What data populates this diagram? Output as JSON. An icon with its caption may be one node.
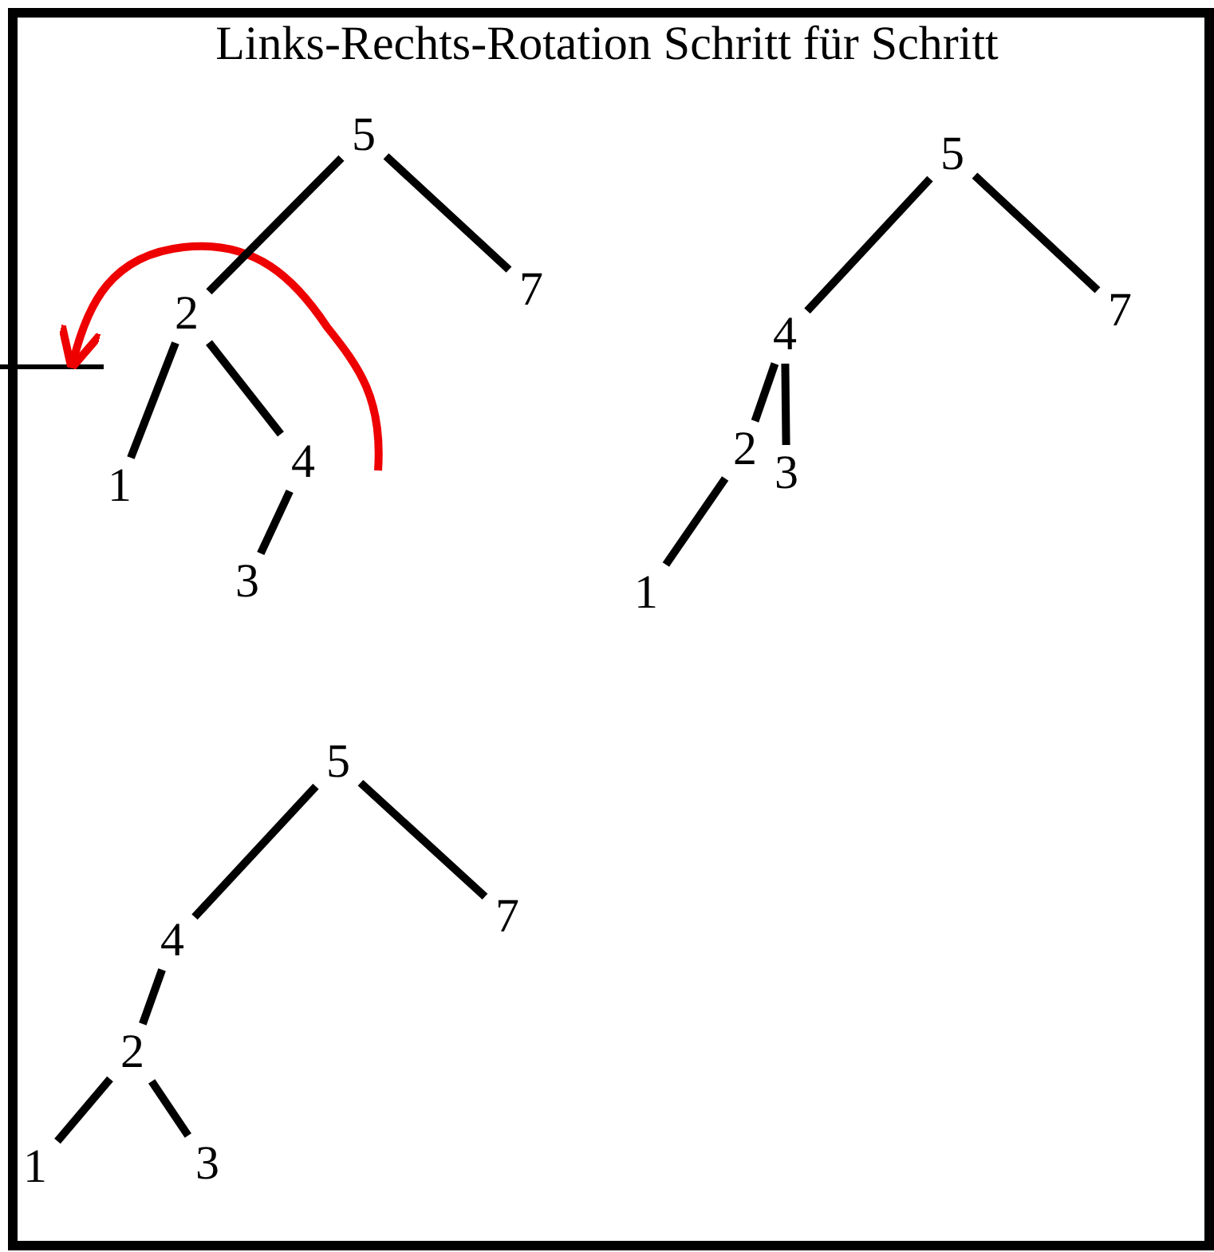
{
  "diagram": {
    "title": "Links-Rechts-Rotation Schritt für Schritt",
    "nodes": [
      {
        "text": [
          "5"
        ]
      },
      {
        "text": [
          "2"
        ]
      },
      {
        "text": [
          "7"
        ]
      },
      {
        "text": [
          "1"
        ]
      },
      {
        "text": [
          "4"
        ]
      },
      {
        "text": [
          "3"
        ]
      },
      {
        "text": [
          "5"
        ]
      },
      {
        "text": [
          "4"
        ]
      },
      {
        "text": [
          "7"
        ]
      },
      {
        "text": [
          "2"
        ]
      },
      {
        "text": [
          "3"
        ]
      },
      {
        "text": [
          "1"
        ]
      },
      {
        "text": [
          "5"
        ]
      },
      {
        "text": [
          "4"
        ]
      },
      {
        "text": [
          "7"
        ]
      },
      {
        "text": [
          "2"
        ]
      },
      {
        "text": [
          "1"
        ]
      },
      {
        "text": [
          "3"
        ]
      }
    ],
    "edges": [
      {
        "from": 0,
        "to": 1,
        "arrow": "none"
      },
      {
        "from": 0,
        "to": 2,
        "arrow": "none"
      },
      {
        "from": 1,
        "to": 3,
        "arrow": "none"
      },
      {
        "from": 1,
        "to": 4,
        "arrow": "none"
      },
      {
        "from": 4,
        "to": 5,
        "arrow": "none"
      },
      {
        "from": 6,
        "to": 7,
        "arrow": "none"
      },
      {
        "from": 6,
        "to": 8,
        "arrow": "none"
      },
      {
        "from": 7,
        "to": 9,
        "arrow": "none"
      },
      {
        "from": 7,
        "to": 10,
        "arrow": "none"
      },
      {
        "from": 9,
        "to": 11,
        "arrow": "none"
      },
      {
        "from": 12,
        "to": 13,
        "arrow": "none"
      },
      {
        "from": 12,
        "to": 14,
        "arrow": "none"
      },
      {
        "from": 13,
        "to": 15,
        "arrow": "none"
      },
      {
        "from": 15,
        "to": 16,
        "arrow": "none"
      },
      {
        "from": 15,
        "to": 17,
        "arrow": "none"
      }
    ]
  }
}
